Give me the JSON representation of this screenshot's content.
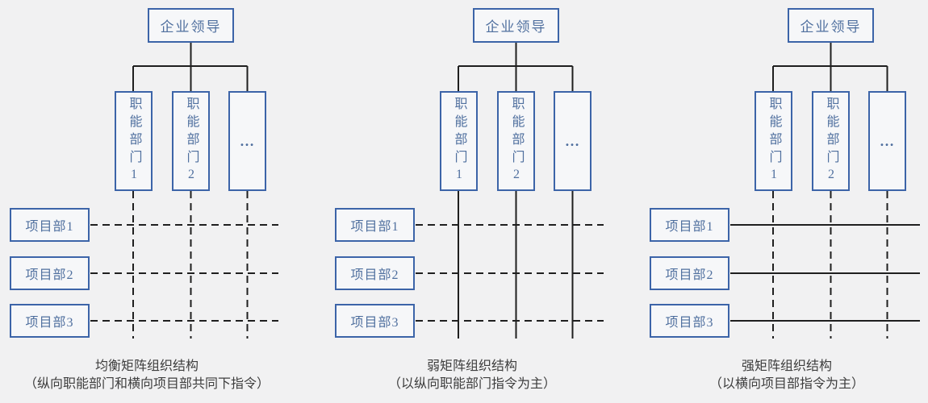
{
  "page": {
    "background_color": "#f1f1f2",
    "box_border_color": "#3c64a8",
    "box_fill_color": "#f6f7f9",
    "box_text_color": "#50709f",
    "line_color": "#1f1f1f",
    "caption_text_color": "#3d3d3d"
  },
  "diagrams": [
    {
      "id": "balanced-matrix",
      "leader": "企业领导",
      "functional": [
        "职能部门1",
        "职能部门2",
        "…"
      ],
      "projects": [
        "项目部1",
        "项目部2",
        "项目部3"
      ],
      "caption_line1": "均衡矩阵组织结构",
      "caption_line2": "（纵向职能部门和横向项目部共同下指令）",
      "vertical_line_style": "dashed",
      "horizontal_line_style": "dashed"
    },
    {
      "id": "weak-matrix",
      "leader": "企业领导",
      "functional": [
        "职能部门1",
        "职能部门2",
        "…"
      ],
      "projects": [
        "项目部1",
        "项目部2",
        "项目部3"
      ],
      "caption_line1": "弱矩阵组织结构",
      "caption_line2": "（以纵向职能部门指令为主）",
      "vertical_line_style": "solid",
      "horizontal_line_style": "dashed"
    },
    {
      "id": "strong-matrix",
      "leader": "企业领导",
      "functional": [
        "职能部门1",
        "职能部门2",
        "…"
      ],
      "projects": [
        "项目部1",
        "项目部2",
        "项目部3"
      ],
      "caption_line1": "强矩阵组织结构",
      "caption_line2": "（以横向项目部指令为主）",
      "vertical_line_style": "dashed",
      "horizontal_line_style": "solid"
    }
  ]
}
